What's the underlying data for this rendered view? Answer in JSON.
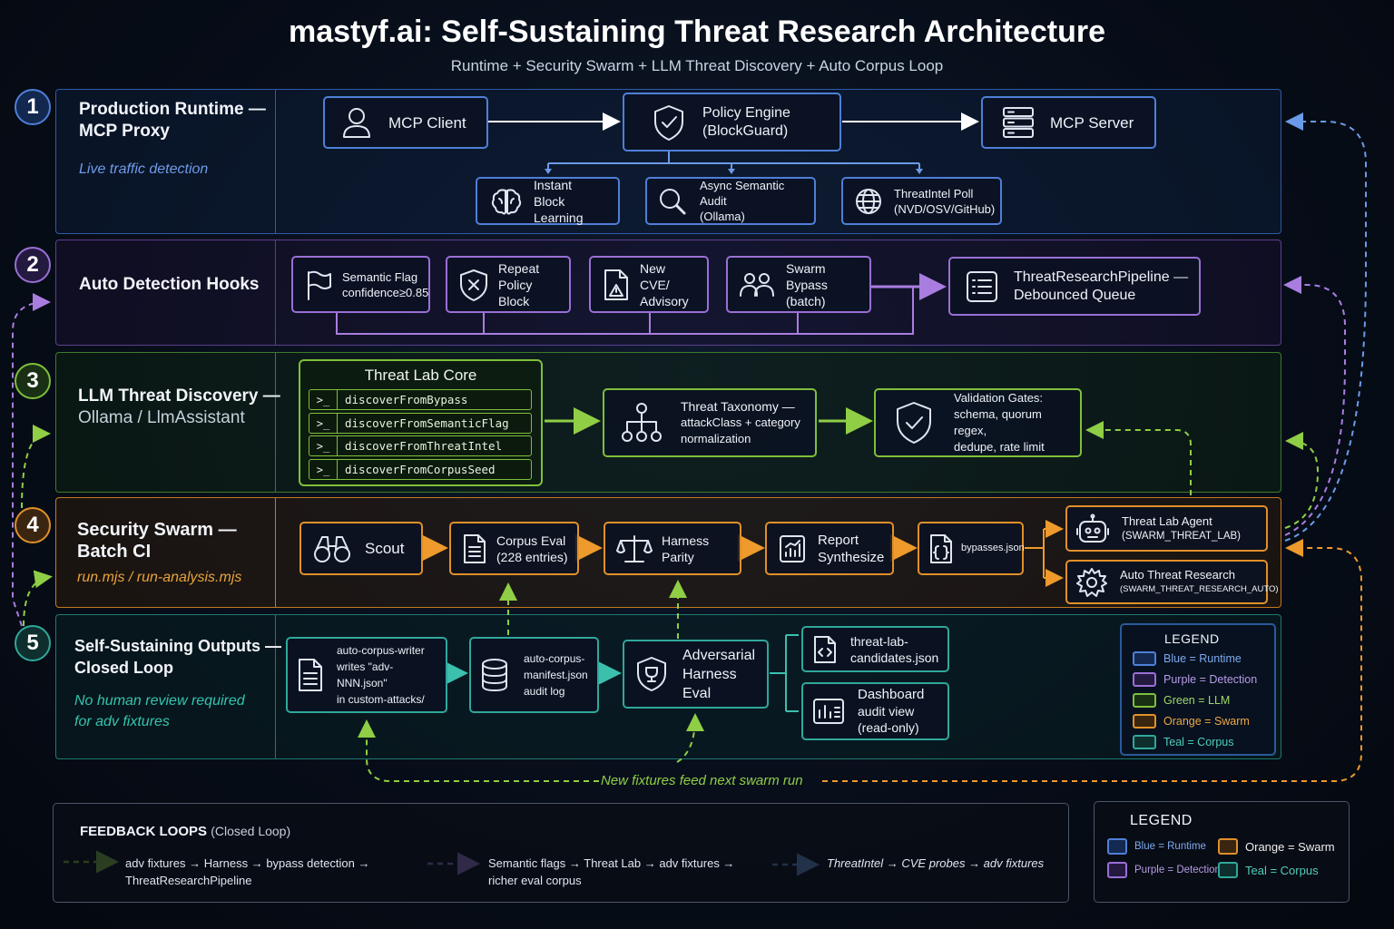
{
  "header": {
    "title": "mastyf.ai: Self-Sustaining Threat Research Architecture",
    "subtitle": "Runtime + Security Swarm + LLM Threat Discovery + Auto Corpus Loop"
  },
  "colors": {
    "blue": "#4f7fd8",
    "purple": "#9a6fd6",
    "green": "#7fbf3a",
    "orange": "#e0902a",
    "teal": "#2fa89a"
  },
  "bands": [
    {
      "num": "1",
      "title": "Production Runtime —",
      "title2": "MCP Proxy",
      "sub": "Live traffic detection"
    },
    {
      "num": "2",
      "title": "Auto Detection Hooks"
    },
    {
      "num": "3",
      "title": "LLM Threat Discovery —",
      "title2": "Ollama / LlmAssistant"
    },
    {
      "num": "4",
      "title": "Security Swarm —",
      "title2": "Batch CI",
      "sub": "run.mjs / run-analysis.mjs"
    },
    {
      "num": "5",
      "title": "Self-Sustaining Outputs —",
      "title2": "Closed Loop",
      "sub": "No human review required",
      "sub2": "for adv fixtures"
    }
  ],
  "runtime": {
    "client": "MCP Client",
    "policy": [
      "Policy Engine",
      "(BlockGuard)"
    ],
    "server": "MCP Server",
    "instant": [
      "Instant",
      "Block Learning"
    ],
    "audit": [
      "Async Semantic Audit",
      "(Ollama)"
    ],
    "intel": [
      "ThreatIntel Poll",
      "(NVD/OSV/GitHub)"
    ]
  },
  "hooks": {
    "flag": [
      "Semantic Flag",
      "confidence≥0.85"
    ],
    "repeat": [
      "Repeat",
      "Policy Block"
    ],
    "cve": [
      "New CVE/",
      "Advisory"
    ],
    "swarm": [
      "Swarm",
      "Bypass (batch)"
    ],
    "pipeline": [
      "ThreatResearchPipeline —",
      "Debounced Queue"
    ]
  },
  "llm": {
    "core_title": "Threat Lab Core",
    "prompt": ">_",
    "functions": [
      "discoverFromBypass",
      "discoverFromSemanticFlag",
      "discoverFromThreatIntel",
      "discoverFromCorpusSeed"
    ],
    "taxonomy": [
      "Threat Taxonomy —",
      "attackClass + category",
      "normalization"
    ],
    "validation": [
      "Validation Gates:",
      "schema, quorum regex,",
      "dedupe, rate limit"
    ]
  },
  "swarm": {
    "scout": "Scout",
    "corpus": [
      "Corpus Eval",
      "(228 entries)"
    ],
    "harness": "Harness Parity",
    "report": [
      "Report",
      "Synthesize"
    ],
    "bypasses": "bypasses.json",
    "agent": [
      "Threat Lab Agent",
      "(SWARM_THREAT_LAB)"
    ],
    "auto": [
      "Auto Threat Research",
      "(SWARM_THREAT_RESEARCH_AUTO)"
    ]
  },
  "outputs": {
    "writer": [
      "auto-corpus-writer",
      "writes \"adv-NNN.json\"",
      "in custom-attacks/"
    ],
    "manifest": [
      "auto-corpus-",
      "manifest.json",
      "audit log"
    ],
    "adversarial": [
      "Adversarial",
      "Harness Eval"
    ],
    "candidates": [
      "threat-lab-",
      "candidates.json"
    ],
    "dashboard": [
      "Dashboard",
      "audit view",
      "(read-only)"
    ],
    "feed_label": "New fixtures feed next swarm run"
  },
  "legend_inner": {
    "title": "LEGEND",
    "items": [
      "Blue = Runtime",
      "Purple = Detection",
      "Green = LLM",
      "Orange = Swarm",
      "Teal = Corpus"
    ]
  },
  "feedback": {
    "title": "FEEDBACK LOOPS",
    "title_sub": "(Closed Loop)",
    "green": [
      "adv fixtures → Harness → bypass detection →",
      "ThreatResearchPipeline"
    ],
    "purple": [
      "Semantic flags → Threat Lab → adv fixtures →",
      "richer eval corpus"
    ],
    "blue": "ThreatIntel → CVE probes → adv fixtures"
  },
  "legend_outer": {
    "title": "LEGEND",
    "items": [
      "Blue = Runtime",
      "Orange = Swarm",
      "Purple = Detection",
      "Teal = Corpus"
    ]
  }
}
